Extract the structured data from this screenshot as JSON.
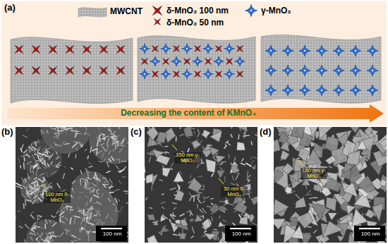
{
  "diagram": {
    "nodes": [
      {
        "text": [
          "(a)"
        ]
      },
      {
        "text": [
          "Decreasing the content of KMnO₄"
        ],
        "in": 0
      },
      {
        "text": [
          "(b)",
          "100 nm δ-MnO₂",
          "100 nm"
        ]
      },
      {
        "text": [
          "(c)",
          "150 nm γ-MnO₂",
          "50 nm δ-MnO₂",
          "100 nm"
        ]
      },
      {
        "text": [
          "(d)",
          "150 nm γ-MnO₂",
          "100 nm"
        ]
      }
    ],
    "legend": [
      {
        "text": "MWCNT"
      },
      {
        "text": "δ-MnO₂ 100 nm"
      },
      {
        "text": "δ-MnO₂ 50 nm"
      },
      {
        "text": "γ-MnO₂"
      }
    ]
  }
}
